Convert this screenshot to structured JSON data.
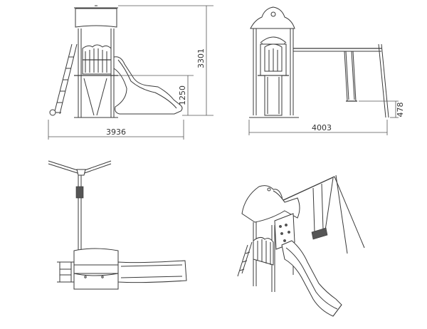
{
  "dimensions": {
    "front_width": "3936",
    "front_height": "3301",
    "front_platform": "1250",
    "side_width": "4003",
    "side_swing": "478"
  },
  "colors": {
    "line": "#3a3a3a",
    "background": "#ffffff"
  }
}
